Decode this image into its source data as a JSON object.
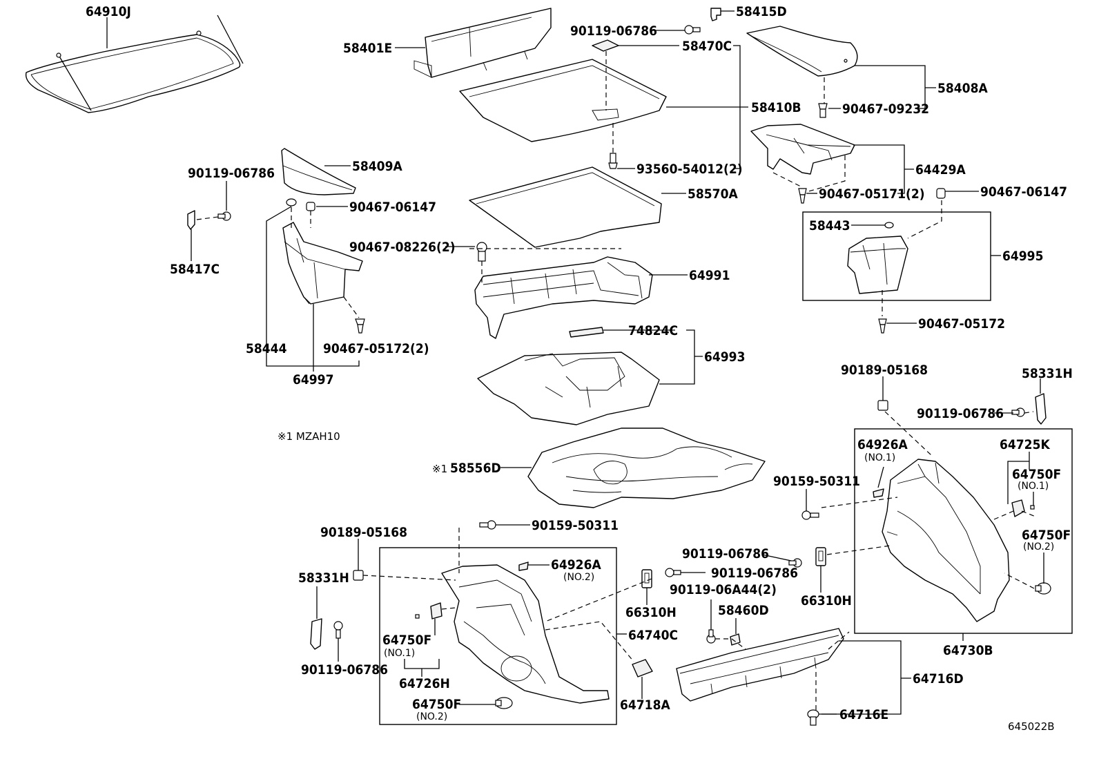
{
  "diagram": {
    "ref_code": "645022B",
    "note": "※1 MZAH10",
    "note_marker": "※1",
    "parts": {
      "p64910J": "64910J",
      "p58401E": "58401E",
      "p58415D": "58415D",
      "p90119_06786_a": "90119-06786",
      "p58470C": "58470C",
      "p58408A": "58408A",
      "p90467_09232": "90467-09232",
      "p58410B": "58410B",
      "p58409A": "58409A",
      "p90119_06786_b": "90119-06786",
      "p90467_06147_a": "90467-06147",
      "p58417C": "58417C",
      "p93560_54012": "93560-54012(2)",
      "p58570A": "58570A",
      "p64429A": "64429A",
      "p90467_05171": "90467-05171(2)",
      "p90467_06147_b": "90467-06147",
      "p58443": "58443",
      "p64995": "64995",
      "p90467_08226": "90467-08226(2)",
      "p64991": "64991",
      "p90467_05172_a": "90467-05172",
      "p58444": "58444",
      "p90467_05172_b": "90467-05172(2)",
      "p64997": "64997",
      "p74824C": "74824C",
      "p64993": "64993",
      "p90189_05168_a": "90189-05168",
      "p58331H_a": "58331H",
      "p90119_06786_c": "90119-06786",
      "p64926A_a": "64926A",
      "p64926A_a_no": "(NO.1)",
      "p64725K": "64725K",
      "p64750F_a": "64750F",
      "p64750F_a_no": "(NO.1)",
      "p58556D": "58556D",
      "p90159_50311_a": "90159-50311",
      "p64750F_b": "64750F",
      "p64750F_b_no": "(NO.2)",
      "p90159_50311_b": "90159-50311",
      "p90189_05168_b": "90189-05168",
      "p64926A_b": "64926A",
      "p64926A_b_no": "(NO.2)",
      "p90119_06786_d": "90119-06786",
      "p58331H_b": "58331H",
      "p90119_06786_e": "90119-06786",
      "p66310H_a": "66310H",
      "p90119_06A44": "90119-06A44(2)",
      "p66310H_b": "66310H",
      "p58460D": "58460D",
      "p64750F_c": "64750F",
      "p64750F_c_no": "(NO.1)",
      "p64740C": "64740C",
      "p64730B": "64730B",
      "p64726H": "64726H",
      "p90119_06786_f": "90119-06786",
      "p64716D": "64716D",
      "p64750F_d": "64750F",
      "p64750F_d_no": "(NO.2)",
      "p64718A": "64718A",
      "p64716E": "64716E"
    }
  }
}
